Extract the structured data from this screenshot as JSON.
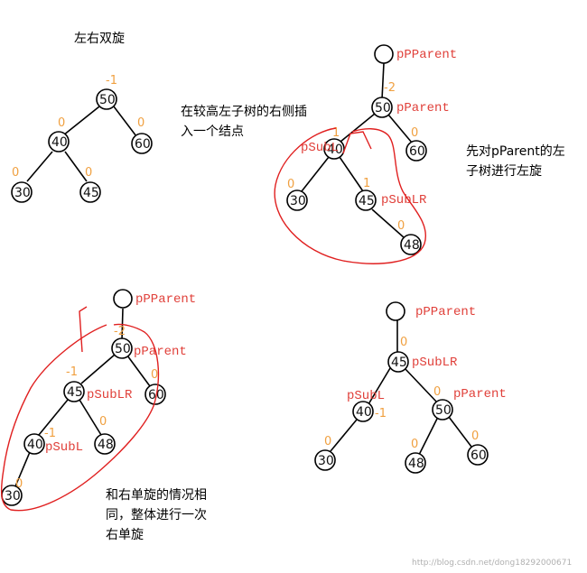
{
  "texts": {
    "title": "左右双旋",
    "note_insert_1": "在较高左子树的右侧插",
    "note_insert_2": "入一个结点",
    "note_left_1": "先对pParent的左",
    "note_left_2": "子树进行左旋",
    "note_right_1": "和右单旋的情况相",
    "note_right_2": "同，整体进行一次",
    "note_right_3": "右单旋",
    "watermark": "http://blog.csdn.net/dong18292000671"
  },
  "labels": {
    "pPParent": "pPParent",
    "pParent": "pParent",
    "pSubL": "pSubL",
    "pSubLR": "pSubLR"
  },
  "trees": {
    "t1": {
      "n50": "50",
      "n40": "40",
      "n60": "60",
      "n30": "30",
      "n45": "45",
      "bf50": "-1",
      "bf40": "0",
      "bf60": "0",
      "bf30": "0",
      "bf45": "0"
    },
    "t2": {
      "n50": "50",
      "n40": "40",
      "n60": "60",
      "n30": "30",
      "n45": "45",
      "n48": "48",
      "bfP": "-2",
      "bfL": "1",
      "bf60": "0",
      "bf30": "0",
      "bfLR": "1",
      "bf48": "0"
    },
    "t3": {
      "n50": "50",
      "n45": "45",
      "n60": "60",
      "n40": "40",
      "n48": "48",
      "n30": "30",
      "bf50": "-2",
      "bf45": "-1",
      "bf60": "0",
      "bf48": "0",
      "bf40": "-1",
      "bf30": "0"
    },
    "t4": {
      "n45": "45",
      "n40": "40",
      "n50": "50",
      "n30": "30",
      "n48": "48",
      "n60": "60",
      "bfTop": "0",
      "bf45": "0",
      "bf40": "-1",
      "bf50": "0",
      "bf30": "0",
      "bf48": "0",
      "bf60": "0"
    }
  }
}
